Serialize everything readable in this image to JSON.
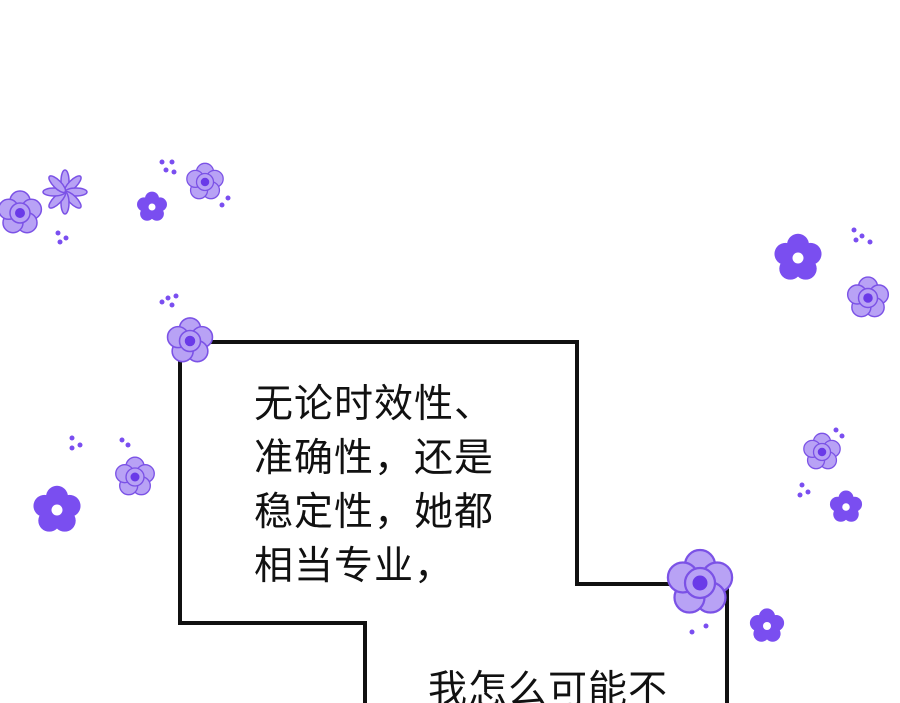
{
  "panel": {
    "caption_1": [
      "无论时效性、",
      "准确性，还是",
      "稳定性，她都",
      "相当专业，"
    ],
    "caption_2": "我怎么可能不"
  },
  "colors": {
    "flower_light": "#b8a2f5",
    "flower_outline": "#7b52e6",
    "flower_dark": "#7a4ef0",
    "flower_center": "#6a3ae8",
    "border": "#111111"
  },
  "decorations": {
    "icon": "flower-icon"
  }
}
